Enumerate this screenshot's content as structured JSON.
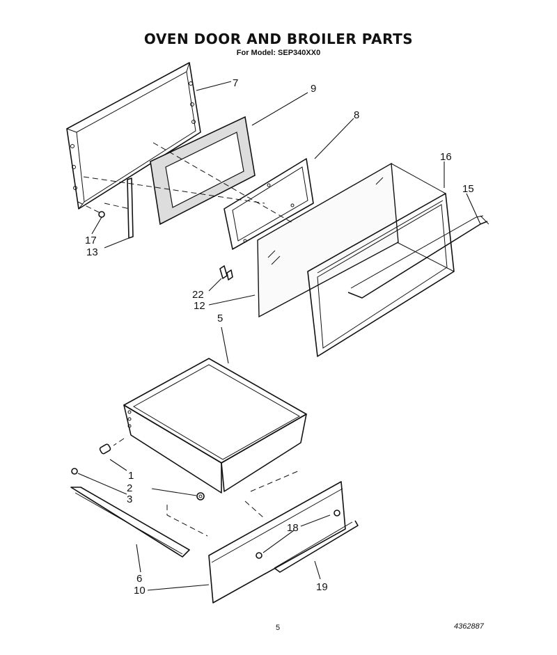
{
  "title": "OVEN DOOR AND BROILER PARTS",
  "subtitle": "For Model: SEP340XX0",
  "page_number": "5",
  "document_number": "4362887",
  "callouts": {
    "c1": "1",
    "c2": "2",
    "c3": "3",
    "c5": "5",
    "c6": "6",
    "c7": "7",
    "c8": "8",
    "c9": "9",
    "c10": "10",
    "c12": "12",
    "c13": "13",
    "c15": "15",
    "c16": "16",
    "c17": "17",
    "c18": "18",
    "c19": "19",
    "c22": "22"
  }
}
